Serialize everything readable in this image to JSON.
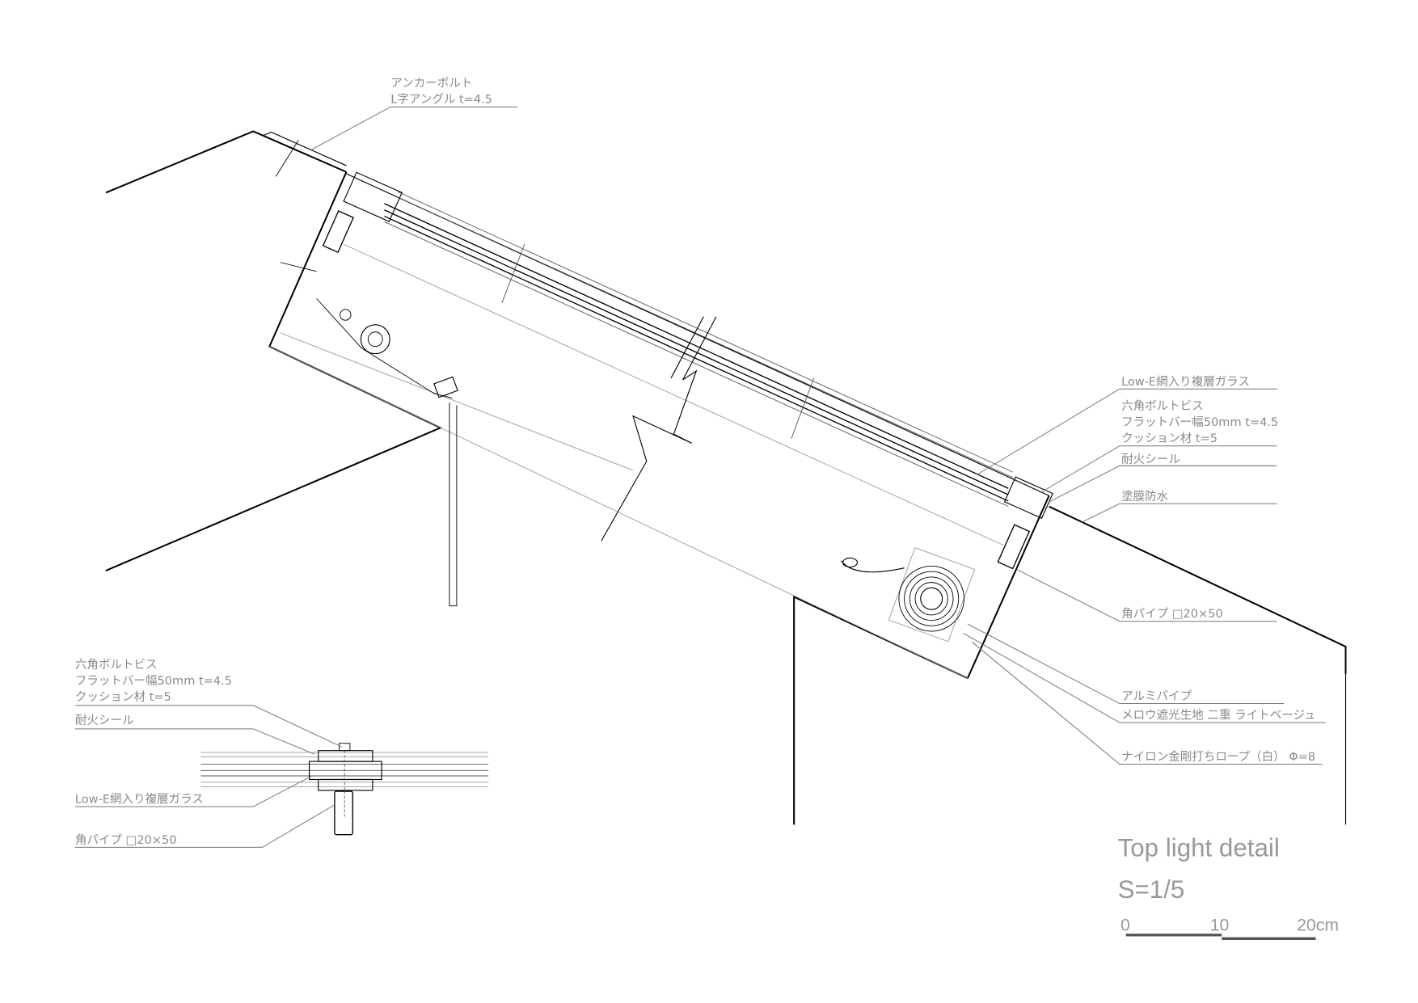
{
  "title": "Top light detail",
  "scale": "S=1/5",
  "scale_bar": {
    "ticks": [
      "0",
      "10",
      "20cm"
    ]
  },
  "main_labels": {
    "anchor_bolt": "アンカーボルト",
    "l_angle": "L字アングル t=4.5",
    "glass": "Low-E網入り複層ガラス",
    "hex_bolt": "六角ボルトビス",
    "flat_bar": "フラットバー幅50mm t=4.5",
    "cushion": "クッション材 t=5",
    "fire_seal": "耐火シール",
    "waterproof": "塗膜防水",
    "square_pipe": "角パイプ □20×50",
    "alu_pipe": "アルミパイプ",
    "fabric": "メロウ遮光生地 二重 ライトベージュ",
    "rope": "ナイロン金剛打ちロープ（白） Φ=8"
  },
  "section_labels": {
    "hex_bolt": "六角ボルトビス",
    "flat_bar": "フラットバー幅50mm t=4.5",
    "cushion": "クッション材 t=5",
    "fire_seal": "耐火シール",
    "glass": "Low-E網入り複層ガラス",
    "square_pipe": "角パイプ □20×50"
  }
}
